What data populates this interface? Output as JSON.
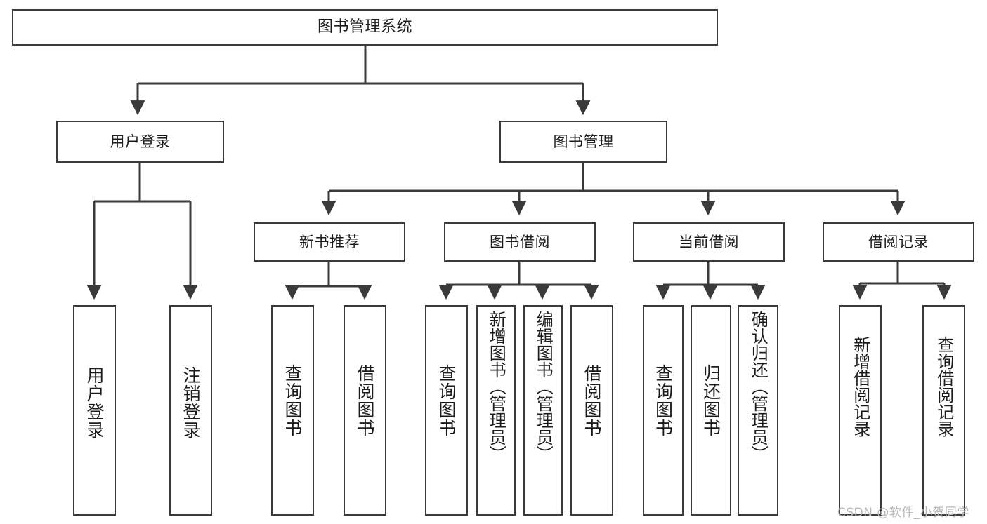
{
  "diagram": {
    "type": "tree-hierarchy",
    "title": "图书管理系统",
    "orientation": "top-down",
    "nodes": {
      "root": {
        "label": "图书管理系统"
      },
      "level1": [
        {
          "id": "user-login",
          "label": "用户登录"
        },
        {
          "id": "book-manage",
          "label": "图书管理"
        }
      ],
      "level2": [
        {
          "id": "new-book-recommend",
          "label": "新书推荐"
        },
        {
          "id": "book-borrow",
          "label": "图书借阅"
        },
        {
          "id": "current-borrow",
          "label": "当前借阅"
        },
        {
          "id": "borrow-record",
          "label": "借阅记录"
        }
      ],
      "leaves": [
        {
          "id": "leaf-user-login",
          "label": "用户登录",
          "parent": "user-login"
        },
        {
          "id": "leaf-user-logout",
          "label": "注销登录",
          "parent": "user-login"
        },
        {
          "id": "leaf-query-book-1",
          "label": "查询图书",
          "parent": "new-book-recommend"
        },
        {
          "id": "leaf-borrow-book-1",
          "label": "借阅图书",
          "parent": "new-book-recommend"
        },
        {
          "id": "leaf-query-book-2",
          "label": "查询图书",
          "parent": "book-borrow"
        },
        {
          "id": "leaf-add-book",
          "label": "新增图书（管理员）",
          "parent": "book-borrow"
        },
        {
          "id": "leaf-edit-book",
          "label": "编辑图书（管理员）",
          "parent": "book-borrow"
        },
        {
          "id": "leaf-borrow-book-2",
          "label": "借阅图书",
          "parent": "book-borrow"
        },
        {
          "id": "leaf-query-book-3",
          "label": "查询图书",
          "parent": "current-borrow"
        },
        {
          "id": "leaf-return-book",
          "label": "归还图书",
          "parent": "current-borrow"
        },
        {
          "id": "leaf-confirm-return",
          "label": "确认归还（管理员）",
          "parent": "current-borrow"
        },
        {
          "id": "leaf-add-record",
          "label": "新增借阅记录",
          "parent": "borrow-record"
        },
        {
          "id": "leaf-query-record",
          "label": "查询借阅记录",
          "parent": "borrow-record"
        }
      ]
    },
    "colors": {
      "box_border": "#3a3a3a",
      "box_fill": "#ffffff",
      "edge": "#3a3a3a",
      "text": "#1c1c1c",
      "watermark": "#b8b8b8"
    }
  },
  "watermark": {
    "text": "CSDN @软件_小贺同学"
  }
}
